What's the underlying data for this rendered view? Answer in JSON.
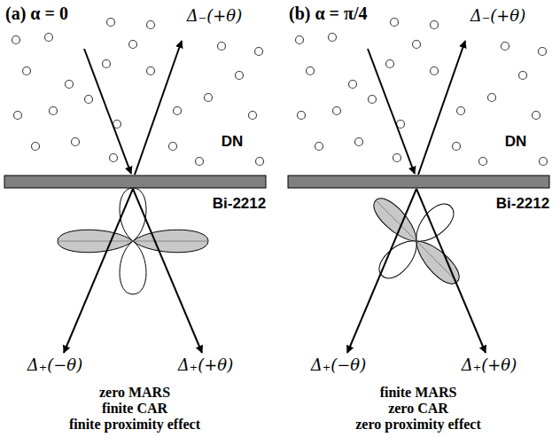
{
  "diagram": {
    "labels": [
      "(a) α = 0",
      "Δ₋(+θ)",
      "DN",
      "Bi-2212",
      "Δ₊(−θ)",
      "Δ₊(+θ)",
      "zero MARS",
      "finite CAR",
      "finite proximity effect",
      "(b) α = π/4",
      "Δ₋(+θ)",
      "DN",
      "Bi-2212",
      "Δ₊(−θ)",
      "Δ₊(+θ)",
      "finite MARS",
      "zero CAR",
      "zero proximity effect"
    ]
  }
}
